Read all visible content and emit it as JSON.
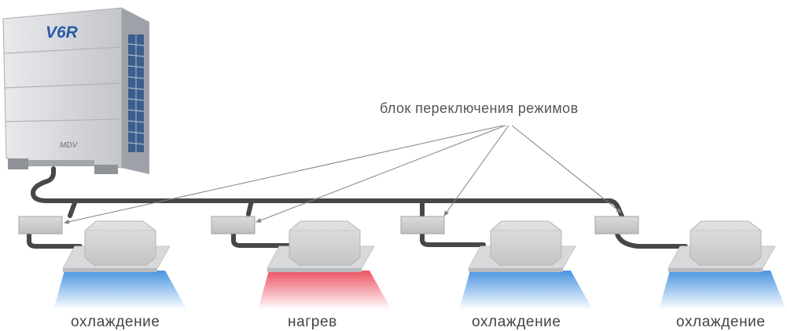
{
  "annotation": "блок переключения режимов",
  "outdoor_unit": {
    "brand_mark": "V6R",
    "logo": "MDV"
  },
  "indoor_units": [
    {
      "mode": "охлаждение",
      "airflow": "cool"
    },
    {
      "mode": "нагрев",
      "airflow": "heat"
    },
    {
      "mode": "охлаждение",
      "airflow": "cool"
    },
    {
      "mode": "охлаждение",
      "airflow": "cool"
    }
  ],
  "colors": {
    "cool": "#3f8fe0",
    "heat": "#ea4a5a",
    "pipe": "#474747",
    "arrow": "#808080",
    "text": "#444444"
  }
}
